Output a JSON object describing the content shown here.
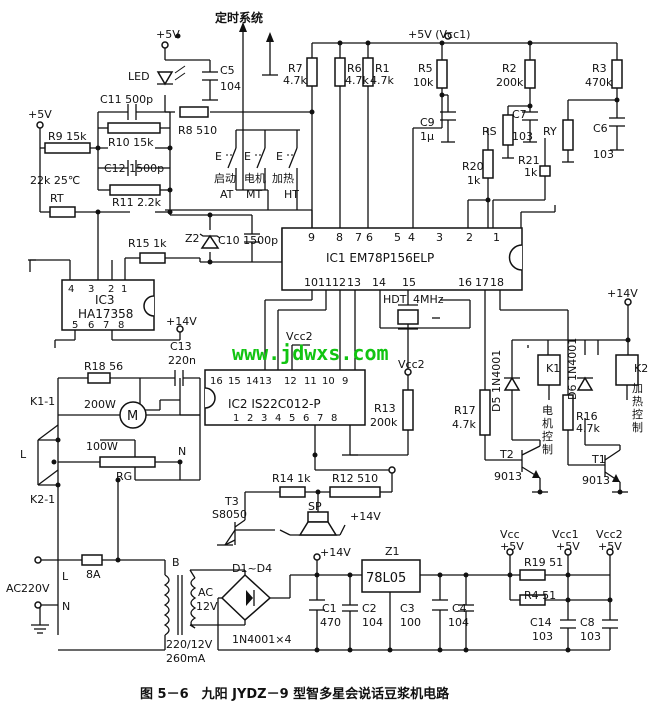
{
  "texts": {
    "timer_title": "定时系统",
    "vcc1_top": "+5V (Vcc1)",
    "led_vcc": "+5V",
    "led": "LED",
    "c5_name": "C5",
    "c5_val": "104",
    "r7_name": "R7",
    "r7_val": "4.7k",
    "r6_name": "R6",
    "r6_val": "4.7k",
    "r1_name": "R1",
    "r1_val": "4.7k",
    "r5_name": "R5",
    "r5_val": "10k",
    "r2_name": "R2",
    "r2_val": "200k",
    "r3_name": "R3",
    "r3_val": "470k",
    "r8": "R8 510",
    "c9_name": "C9",
    "c9_val": "1μ",
    "rs": "RS",
    "c7_name": "C7",
    "c7_val": "103",
    "ry": "RY",
    "c6_name": "C6",
    "c6_val": "103",
    "r20_name": "R20",
    "r20_val": "1k",
    "r21_name": "R21",
    "r21_val": "1k",
    "sw_e": "E",
    "lbl_start": "启动",
    "lbl_motor": "电机",
    "lbl_heat": "加热",
    "lbl_at": "AT",
    "lbl_mt": "MT",
    "lbl_ht": "HT",
    "c11": "C11 500p",
    "r9": "R9 15k",
    "r10": "R10 15k",
    "c12": "C12 1500p",
    "vcc_left": "+5V",
    "rt_temp": "22k 25℃",
    "rt": "RT",
    "r11": "R11 2.2k",
    "z2": "Z2",
    "r15": "R15 1k",
    "c10": "C10 1500p",
    "ic1_label": "IC1 EM78P156ELP",
    "ic1_pins_top": [
      "9",
      "8",
      "7",
      "6",
      "5",
      "4",
      "3",
      "2",
      "1"
    ],
    "ic1_pins_bot": [
      "10",
      "11",
      "12",
      "13",
      "14",
      "15",
      "16",
      "17",
      "18"
    ],
    "ic3_label": "IC3",
    "ic3_part": "HA17358",
    "ic3_pins_top": [
      "4",
      "3",
      "2",
      "1"
    ],
    "ic3_pins_bot": [
      "5",
      "6",
      "7",
      "8"
    ],
    "v14_ic3": "+14V",
    "hdt": "HDT",
    "freq": "4MHz",
    "vcc2_a": "Vcc2",
    "vcc2_b": "Vcc2",
    "ic2_label": "IC2 IS22C012-P",
    "ic2_pins_top": [
      "16",
      "15",
      "14",
      "13",
      "12",
      "11",
      "10",
      "9"
    ],
    "ic2_pins_bot": [
      "1",
      "2",
      "3",
      "4",
      "5",
      "6",
      "7",
      "8"
    ],
    "r13_name": "R13",
    "r13_val": "200k",
    "watermark": "www.jdwxs.com",
    "r17_name": "R17",
    "r17_val": "4.7k",
    "d5": "D5 1N4001",
    "k1": "K1",
    "k1_desc": [
      "电",
      "机",
      "控",
      "制"
    ],
    "v14_right": "+14V",
    "d6": "D6 1N4001",
    "k2": "K2",
    "k2_desc": [
      "加",
      "热",
      "控",
      "制"
    ],
    "r16_name": "R16",
    "r16_val": "4.7k",
    "t2_name": "T2",
    "t2_part": "9013",
    "t1_name": "T1",
    "t1_part": "9013",
    "r18": "R18 56",
    "c13_name": "C13",
    "c13_val": "220n",
    "k1_1": "K1-1",
    "w200": "200W",
    "motor": "M",
    "L1": "L",
    "N1": "N",
    "w100": "100W",
    "k2_1": "K2-1",
    "rg": "RG",
    "r14": "R14 1k",
    "r12": "R12 510",
    "t3_name": "T3",
    "t3_part": "S8050",
    "sp": "SP",
    "v14_sp": "+14V",
    "ac220": "AC220V",
    "L2": "L",
    "N2": "N",
    "fuse": "8A",
    "trafo_b": "B",
    "ac12_a": "AC",
    "ac12_b": "12V",
    "trafo_ratio": "220/12V",
    "trafo_cur": "260mA",
    "bridge": "D1~D4",
    "bridge_part": "1N4001×4",
    "v14_psu": "+14V",
    "c1_name": "C1",
    "c1_val": "470",
    "c2_name": "C2",
    "c2_val": "104",
    "z1": "Z1",
    "reg": "78L05",
    "c3_name": "C3",
    "c3_val": "100",
    "c4_name": "C4",
    "c4_val": "104",
    "vcc_o": "Vcc",
    "vcc_o_v": "+5V",
    "vcc1_o": "Vcc1",
    "vcc1_o_v": "+5V",
    "vcc2_o": "Vcc2",
    "vcc2_o_v": "+5V",
    "r19": "R19 51",
    "r4": "R4 51",
    "c14_name": "C14",
    "c14_val": "103",
    "c8_name": "C8",
    "c8_val": "103",
    "caption": "图 5－6　九阳 JYDZ－9 型智多星会说话豆浆机电路"
  }
}
